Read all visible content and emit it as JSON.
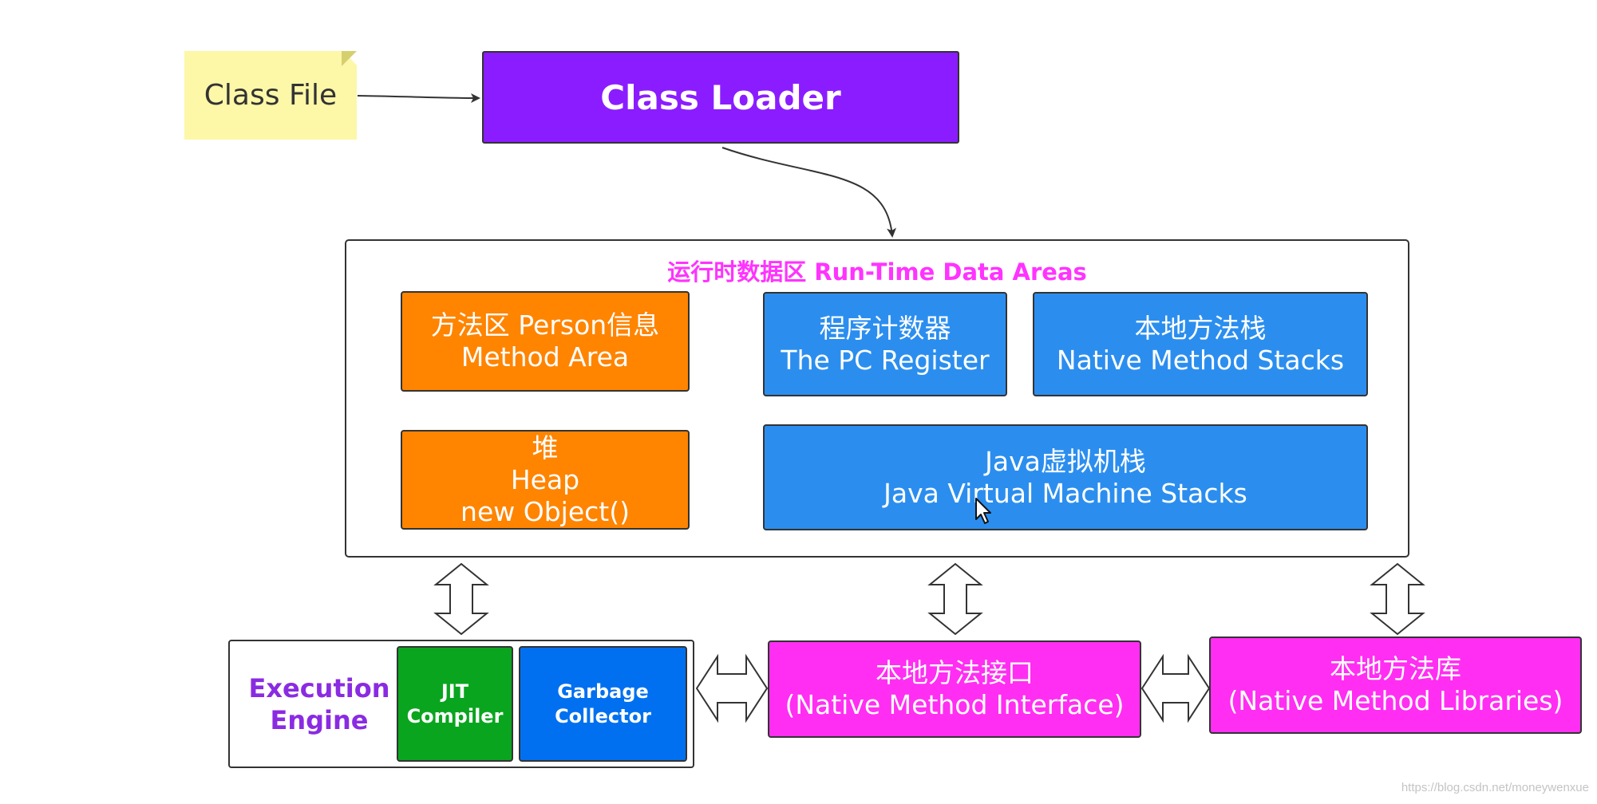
{
  "class_file": {
    "label": "Class File"
  },
  "class_loader": {
    "label": "Class Loader"
  },
  "runtime_data_areas": {
    "title": "运行时数据区 Run-Time Data Areas",
    "method_area": {
      "line1": "方法区  Person信息",
      "line2": "Method Area"
    },
    "heap": {
      "line1": "堆",
      "line2": "Heap",
      "line3": "new Object()"
    },
    "pc_register": {
      "line1": "程序计数器",
      "line2": "The PC Register"
    },
    "native_method_stacks": {
      "line1": "本地方法栈",
      "line2": "Native Method Stacks"
    },
    "jvm_stacks": {
      "line1": "Java虚拟机栈",
      "line2": "Java Virtual Machine Stacks"
    }
  },
  "execution_engine": {
    "label_line1": "Execution",
    "label_line2": "Engine",
    "jit": {
      "line1": "JIT",
      "line2": "Compiler"
    },
    "gc": {
      "line1": "Garbage",
      "line2": "Collector"
    }
  },
  "native_interface": {
    "line1": "本地方法接口",
    "line2": "(Native Method Interface)"
  },
  "native_libraries": {
    "line1": "本地方法库",
    "line2": "(Native Method Libraries)"
  },
  "watermark": "https://blog.csdn.net/moneywenxue",
  "colors": {
    "class_file_note": "#fdf7a8",
    "class_loader": "#8b1cff",
    "orange_boxes": "#ff8400",
    "blue_boxes": "#2b8eef",
    "magenta_boxes": "#ff2ef2",
    "jit": "#0aa51f",
    "gc": "#0070f0",
    "rtda_title": "#ff33ff",
    "execution_engine_label": "#8a2be2"
  }
}
